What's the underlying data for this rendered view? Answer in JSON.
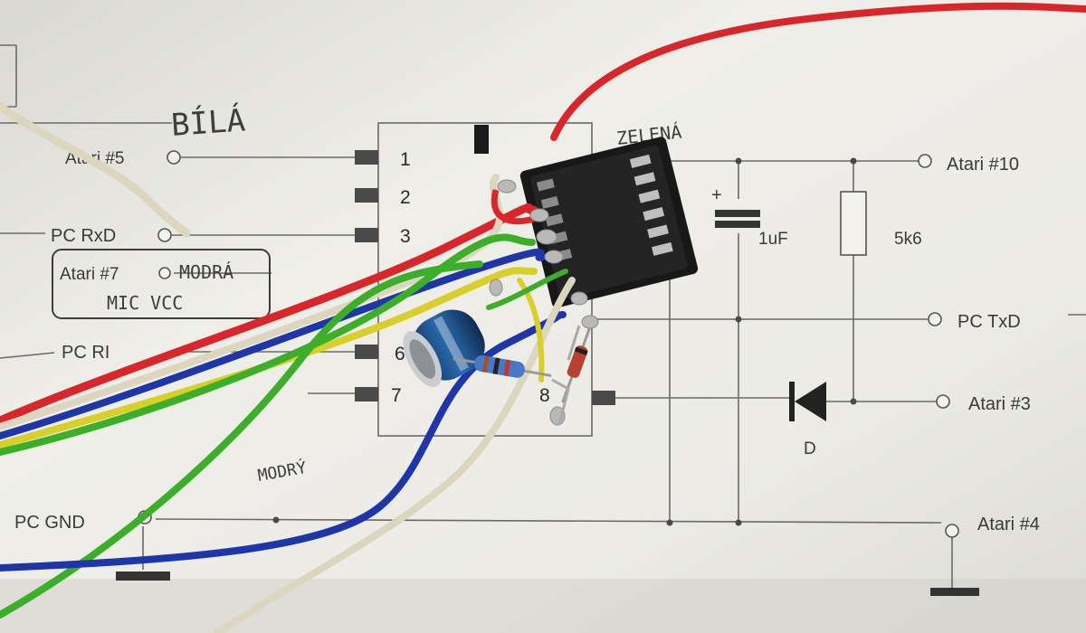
{
  "schematic": {
    "labels": {
      "atari5": "Atari #5",
      "pc_rxd": "PC RxD",
      "atari7": "Atari #7",
      "pc_ri": "PC RI",
      "pc_gnd": "PC GND",
      "atari10": "Atari #10",
      "pc_txd": "PC TxD",
      "atari3": "Atari #3",
      "atari4": "Atari #4",
      "cap_value": "1uF",
      "res_value": "5k6",
      "diode_label": "D"
    },
    "pins": [
      "1",
      "2",
      "3",
      "6",
      "7",
      "8"
    ]
  },
  "handwriting": {
    "bila": "BÍLÁ",
    "zelena": "ZELENÁ",
    "modra": "MODRÁ",
    "mic_vcc": "MIC VCC",
    "modry": "MODRÝ"
  },
  "colors": {
    "paper": "#ecebe6",
    "red_wire": "#d8262b",
    "green_wire": "#3cae2a",
    "blue_wire": "#1f36a8",
    "yellow_wire": "#d8cf2a",
    "white_wire": "#ddd6bf",
    "socket": "#1a1a1a",
    "capacitor": "#1b4f8a"
  }
}
